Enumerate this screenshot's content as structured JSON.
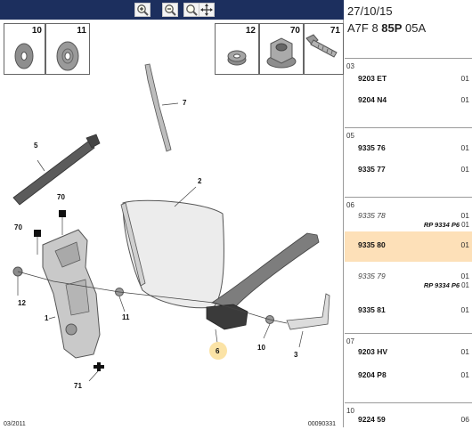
{
  "toolbar": {
    "buttons": [
      {
        "icon": "zoom-in-icon"
      },
      {
        "icon": "zoom-out-icon"
      },
      {
        "icon": "pan-icon"
      }
    ]
  },
  "diagram": {
    "thumbnails": [
      {
        "num": "10"
      },
      {
        "num": "11"
      },
      {
        "num": "12"
      },
      {
        "num": "70"
      },
      {
        "num": "71"
      }
    ],
    "callouts": {
      "c1": "1",
      "c2": "2",
      "c3": "3",
      "c5": "5",
      "c6": "6",
      "c7": "7",
      "c10": "10",
      "c11": "11",
      "c12": "12",
      "c70a": "70",
      "c70b": "70",
      "c71": "71"
    },
    "footer_left": "03/2011",
    "footer_right": "00090331"
  },
  "header": {
    "date": "27/10/15",
    "code_pre": "A7F 8 ",
    "code_bold": "85P",
    "code_post": " 05A"
  },
  "groups": [
    {
      "num": "03",
      "rows": [
        {
          "ref": "9203 ET",
          "qty": "01"
        },
        {
          "ref": "9204 N4",
          "qty": "01"
        }
      ]
    },
    {
      "num": "05",
      "rows": [
        {
          "ref": "9335 76",
          "qty": "01"
        },
        {
          "ref": "9335 77",
          "qty": "01"
        }
      ]
    },
    {
      "num": "06",
      "rows": [
        {
          "ref": "9335 78",
          "qty": "01",
          "rp": "RP 9334 P6",
          "rp_qty": "01"
        },
        {
          "ref": "9335 80",
          "qty": "01"
        },
        {
          "ref": "9335 79",
          "qty": "01",
          "rp": "RP 9334 P6",
          "rp_qty": "01"
        },
        {
          "ref": "9335 81",
          "qty": "01"
        }
      ]
    },
    {
      "num": "07",
      "rows": [
        {
          "ref": "9203 HV",
          "qty": "01"
        },
        {
          "ref": "9204 P8",
          "qty": "01"
        }
      ]
    },
    {
      "num": "10",
      "rows": [
        {
          "ref": "9224 59",
          "qty": "06"
        }
      ]
    }
  ],
  "colors": {
    "toolbar": "#1c2f5e",
    "highlight": "#fde0b8",
    "callout_6": "#fbe3a6"
  }
}
